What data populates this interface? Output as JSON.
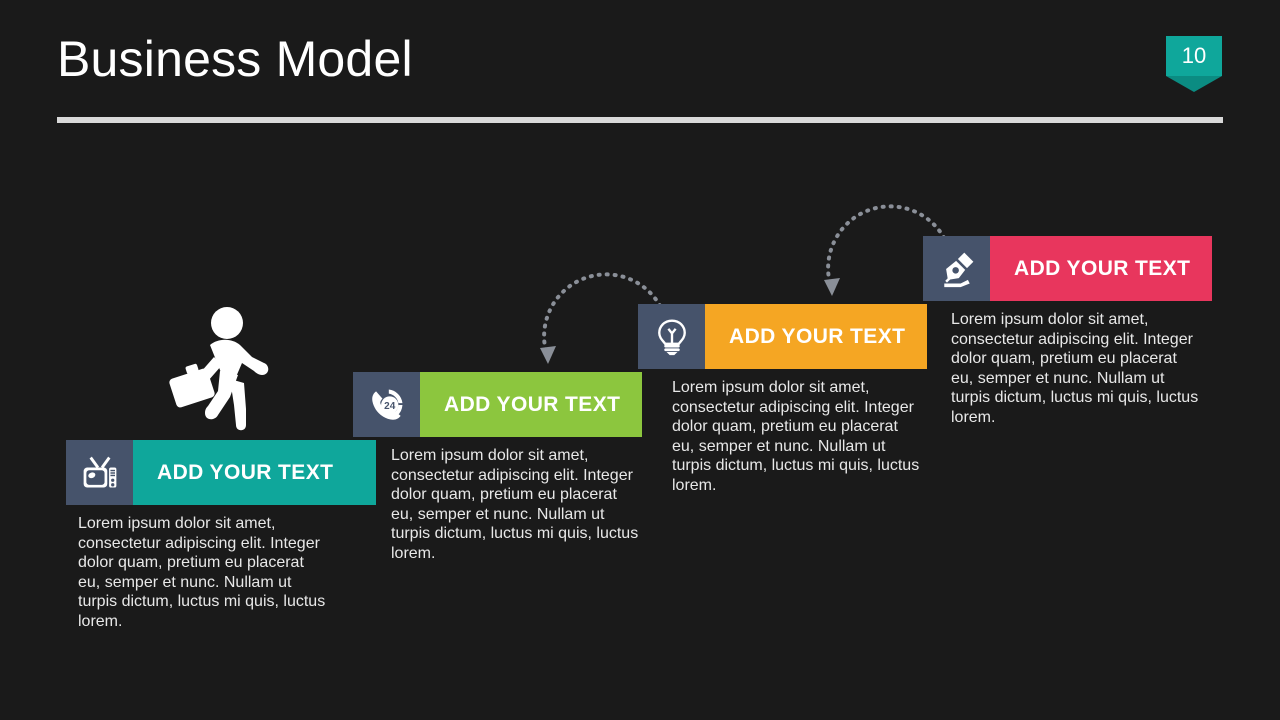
{
  "slide": {
    "title": "Business Model",
    "number": "10",
    "background_color": "#1a1a1a",
    "divider_color": "#d9d9d9",
    "badge_color": "#0fa79b",
    "icon_box_color": "#46536b"
  },
  "illustration": {
    "name": "running-businessman-with-briefcase"
  },
  "body_text": "Lorem ipsum dolor sit amet, consectetur adipiscing elit. Integer dolor quam, pretium eu placerat eu, semper et nunc. Nullam ut turpis dictum, luctus mi quis, luctus lorem.",
  "steps": [
    {
      "label": "ADD YOUR TEXT",
      "icon": "television-icon",
      "color": "#0fa79b",
      "body": "Lorem ipsum dolor sit amet, consectetur adipiscing elit. Integer dolor quam, pretium eu placerat eu, semper et nunc. Nullam ut turpis dictum, luctus mi quis, luctus lorem."
    },
    {
      "label": "ADD YOUR TEXT",
      "icon": "phone-24h-support-icon",
      "color": "#8cc63e",
      "body": "Lorem ipsum dolor sit amet, consectetur adipiscing elit. Integer dolor quam, pretium eu placerat eu, semper et nunc. Nullam ut turpis dictum, luctus mi quis, luctus lorem."
    },
    {
      "label": "ADD YOUR TEXT",
      "icon": "lightbulb-icon",
      "color": "#f5a623",
      "body": "Lorem ipsum dolor sit amet, consectetur adipiscing elit. Integer dolor quam, pretium eu placerat eu, semper et nunc. Nullam ut turpis dictum, luctus mi quis, luctus lorem."
    },
    {
      "label": "ADD YOUR TEXT",
      "icon": "fountain-pen-nib-icon",
      "color": "#e8365d",
      "body": "Lorem ipsum dolor sit amet, consectetur adipiscing elit. Integer dolor quam, pretium eu placerat eu, semper et nunc. Nullam ut turpis dictum, luctus mi quis, luctus lorem."
    }
  ],
  "connectors": [
    {
      "name": "dotted-arc-arrow-1",
      "color": "#8a8f98"
    },
    {
      "name": "dotted-arc-arrow-2",
      "color": "#8a8f98"
    }
  ]
}
